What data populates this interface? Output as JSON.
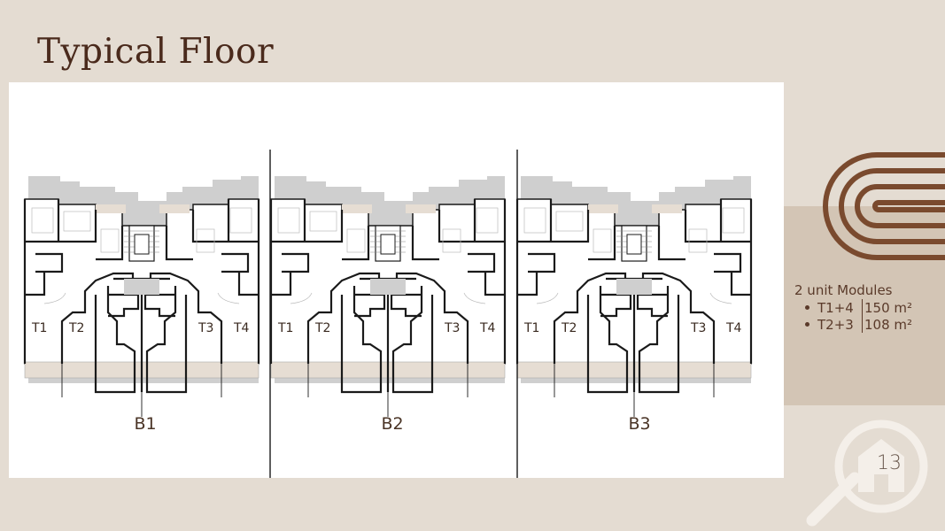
{
  "slide": {
    "title": "Typical Floor",
    "page_number": "13"
  },
  "floor_plan": {
    "buildings": [
      {
        "label": "B1",
        "units": [
          "T1",
          "T2",
          "T3",
          "T4"
        ]
      },
      {
        "label": "B2",
        "units": [
          "T1",
          "T2",
          "T3",
          "T4"
        ]
      },
      {
        "label": "B3",
        "units": [
          "T1",
          "T2",
          "T3",
          "T4"
        ]
      }
    ]
  },
  "modules": {
    "heading": "2 unit Modules",
    "items": [
      {
        "types": "T1+4",
        "area": "150 m²"
      },
      {
        "types": "T2+3",
        "area": "108 m²"
      }
    ]
  },
  "colors": {
    "background": "#e4dcd2",
    "band": "#d3c5b5",
    "accent": "#7a4a2e",
    "title": "#4a2a1c",
    "wall": "#1a1a1a",
    "shadow": "#cfcfcf",
    "balcony": "#e6ddd3"
  },
  "icons": {
    "logo": "home-search-icon",
    "decoration": "concentric-arc-icon"
  }
}
